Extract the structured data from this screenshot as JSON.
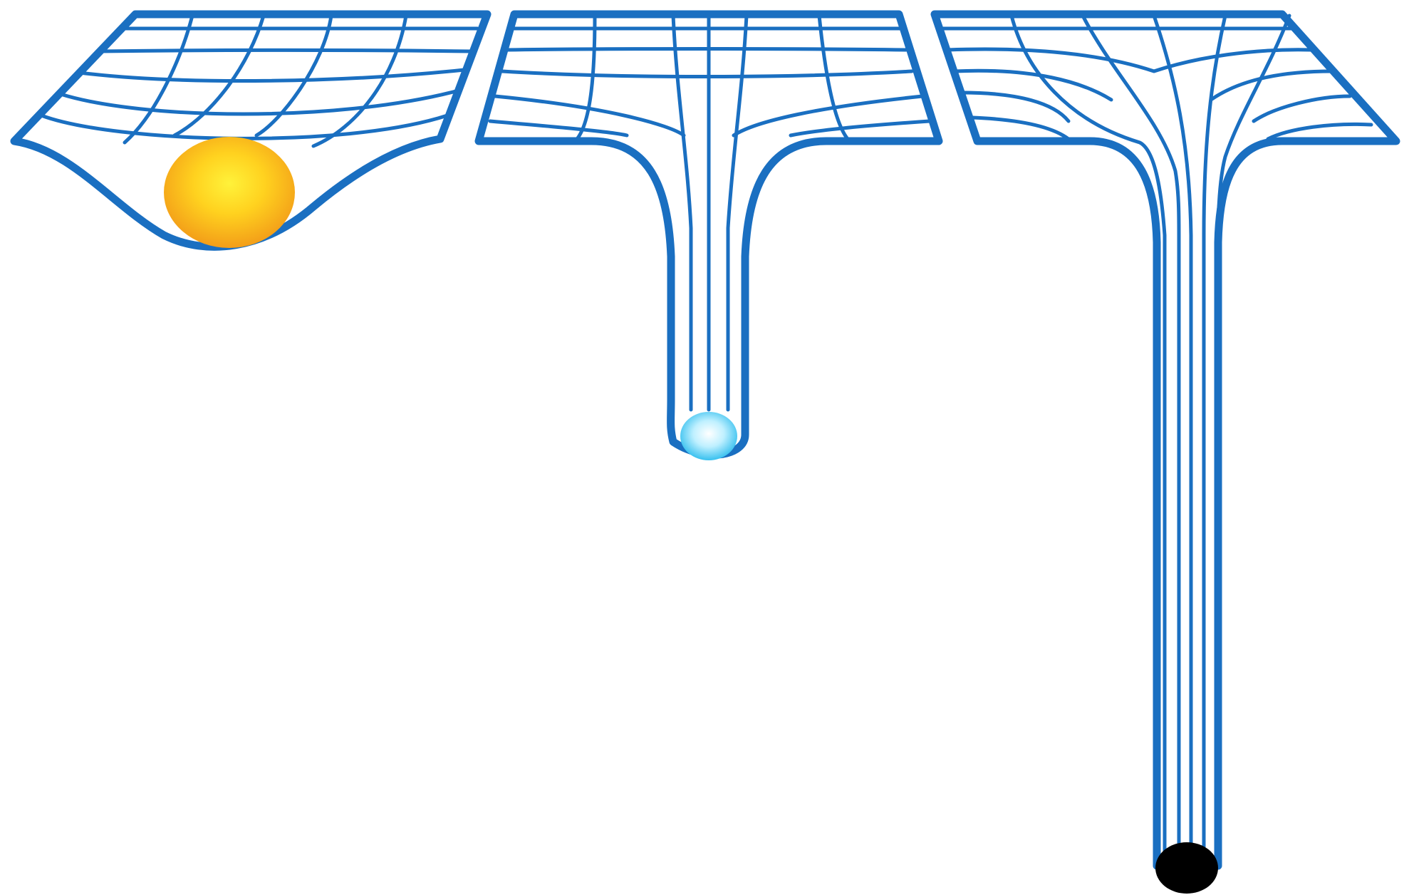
{
  "figure": {
    "panels": [
      {
        "id": "panel-sun",
        "object": "sun-ball",
        "depth": "shallow"
      },
      {
        "id": "panel-star",
        "object": "star-ball",
        "depth": "deep"
      },
      {
        "id": "panel-black-hole",
        "object": "black-hole-ball",
        "depth": "bottomless"
      }
    ],
    "colors": {
      "grid": "#1a6fc1",
      "background": "#ffffff",
      "sun_center": "#fff23a",
      "sun_edge": "#f29a18",
      "star_center": "#ffffff",
      "star_edge": "#20b8ec",
      "black_hole": "#000000"
    },
    "icons": [
      "spacetime-grid",
      "sun-icon",
      "star-icon",
      "black-hole-icon"
    ]
  }
}
